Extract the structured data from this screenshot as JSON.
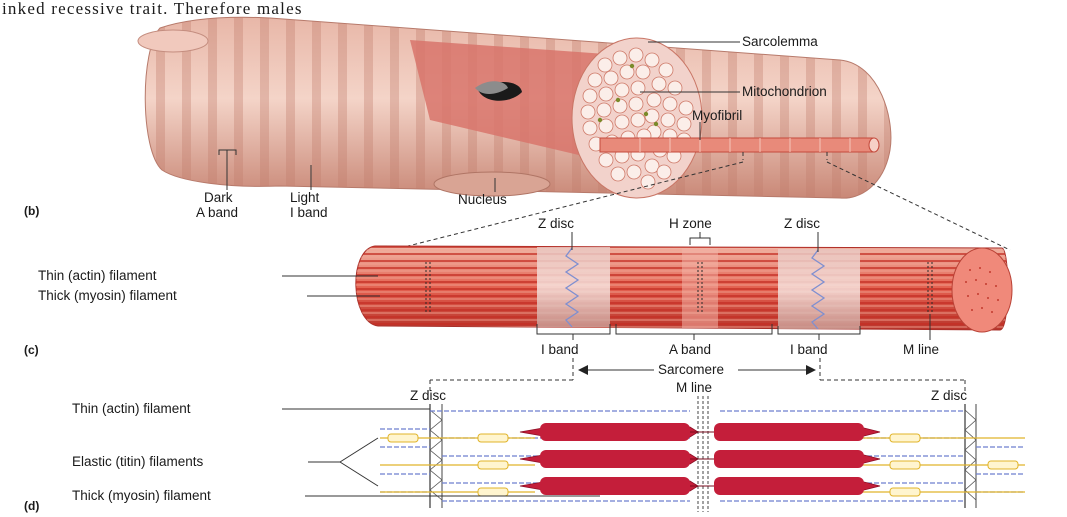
{
  "top_text": "inked recessive trait. Therefore males",
  "panel_b": {
    "letter": "(b)",
    "sarcolemma": "Sarcolemma",
    "mitochondrion": "Mitochondrion",
    "myofibril": "Myofibril",
    "dark_1": "Dark",
    "dark_2": "A band",
    "light_1": "Light",
    "light_2": "I band",
    "nucleus": "Nucleus"
  },
  "panel_c": {
    "letter": "(c)",
    "z_disc_left": "Z disc",
    "h_zone": "H zone",
    "z_disc_right": "Z disc",
    "thin": "Thin (actin) filament",
    "thick": "Thick (myosin) filament",
    "i_band_left": "I band",
    "a_band": "A band",
    "i_band_right": "I band",
    "m_line": "M line",
    "sarcomere": "Sarcomere"
  },
  "panel_d": {
    "letter": "(d)",
    "z_disc_left": "Z disc",
    "m_line": "M line",
    "z_disc_right": "Z disc",
    "thin": "Thin (actin) filament",
    "elastic": "Elastic (titin) filaments",
    "thick": "Thick (myosin) filament"
  }
}
